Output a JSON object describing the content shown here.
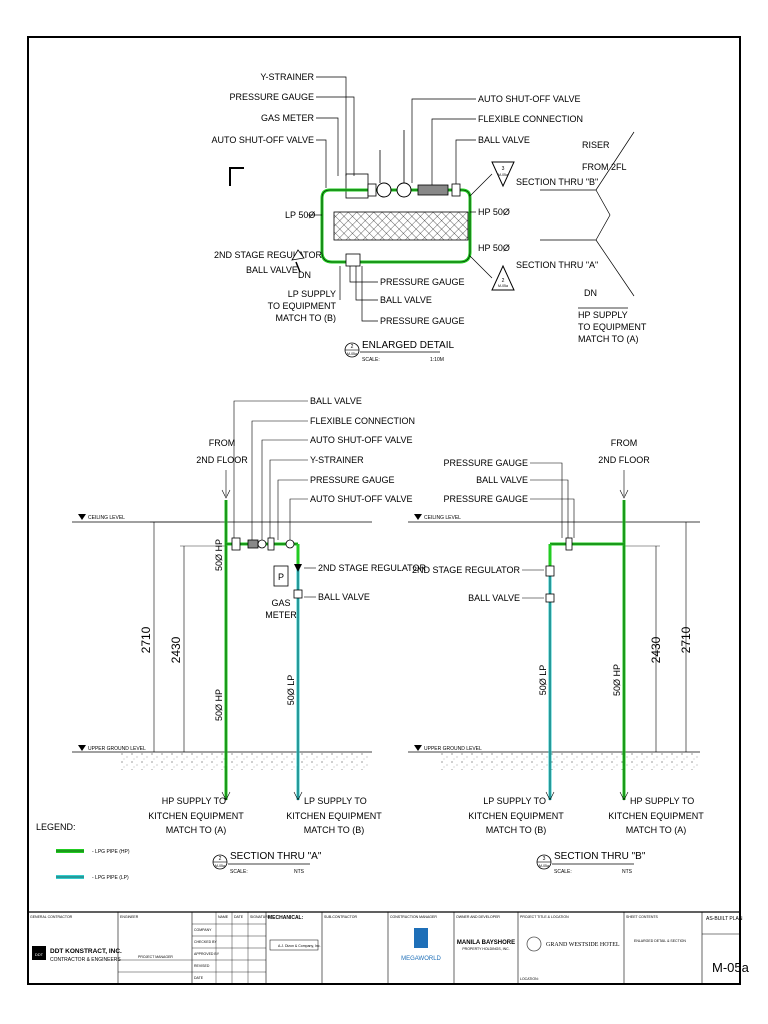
{
  "top_detail": {
    "labels_left": [
      "Y-STRAINER",
      "PRESSURE GAUGE",
      "GAS METER",
      "AUTO SHUT-OFF VALVE"
    ],
    "labels_right": [
      "AUTO SHUT-OFF VALVE",
      "FLEXIBLE CONNECTION",
      "BALL VALVE"
    ],
    "lp_size": "LP 50Ø",
    "hp_size_1": "HP 50Ø",
    "hp_size_2": "HP 50Ø",
    "regulator": "2ND STAGE REGULATOR",
    "ball_valve": "BALL VALVE",
    "dn": "DN",
    "lp_supply": [
      "LP SUPPLY",
      "TO EQUIPMENT",
      "MATCH TO (B)"
    ],
    "bottom_labels": [
      "PRESSURE GAUGE",
      "BALL VALVE",
      "PRESSURE GAUGE"
    ],
    "riser": [
      "RISER",
      "FROM 2FL"
    ],
    "section_b": "SECTION THRU \"B\"",
    "section_a": "SECTION THRU \"A\"",
    "hp_supply": [
      "DN",
      "HP SUPPLY",
      "TO EQUIPMENT",
      "MATCH TO (A)"
    ],
    "enlarged_title": "ENLARGED DETAIL",
    "scale_label": "SCALE:",
    "scale_value": "1:10M",
    "sheet_ref": "M-05a",
    "marker_num": "2",
    "marker_num_3": "3"
  },
  "section_a": {
    "labels": [
      "BALL VALVE",
      "FLEXIBLE CONNECTION",
      "AUTO SHUT-OFF VALVE",
      "Y-STRAINER",
      "PRESSURE GAUGE",
      "AUTO SHUT-OFF VALVE"
    ],
    "from": [
      "FROM",
      "2ND FLOOR"
    ],
    "ceiling": "CEILING LEVEL",
    "upper_ground": "UPPER GROUND LEVEL",
    "dim_outer": "2710",
    "dim_inner": "2430",
    "hp_upper": "50Ø HP",
    "hp_lower": "50Ø HP",
    "lp": "50Ø LP",
    "regulator": "2ND STAGE REGULATOR",
    "ball_valve": "BALL VALVE",
    "gas_meter": [
      "GAS",
      "METER"
    ],
    "meter_letter": "P",
    "hp_supply": [
      "HP SUPPLY TO",
      "KITCHEN EQUIPMENT",
      "MATCH TO (A)"
    ],
    "lp_supply": [
      "LP SUPPLY TO",
      "KITCHEN EQUIPMENT",
      "MATCH TO (B)"
    ],
    "title": "SECTION THRU \"A\"",
    "scale_label": "SCALE:",
    "scale_value": "NTS",
    "marker_num": "2",
    "sheet_ref": "M-05a"
  },
  "section_b": {
    "labels": [
      "PRESSURE GAUGE",
      "BALL VALVE",
      "PRESSURE GAUGE"
    ],
    "from": [
      "FROM",
      "2ND FLOOR"
    ],
    "ceiling": "CEILING LEVEL",
    "upper_ground": "UPPER GROUND LEVEL",
    "dim_outer": "2710",
    "dim_inner": "2430",
    "lp": "50Ø LP",
    "hp": "50Ø HP",
    "regulator": "2ND STAGE REGULATOR",
    "ball_valve": "BALL VALVE",
    "lp_supply": [
      "LP SUPPLY TO",
      "KITCHEN EQUIPMENT",
      "MATCH TO (B)"
    ],
    "hp_supply": [
      "HP SUPPLY TO",
      "KITCHEN EQUIPMENT",
      "MATCH TO (A)"
    ],
    "title": "SECTION THRU \"B\"",
    "scale_label": "SCALE:",
    "scale_value": "NTS",
    "marker_num": "3",
    "sheet_ref": "M-05a"
  },
  "legend": {
    "title": "LEGEND:",
    "hp": "- LPG PIPE (HP)",
    "lp": "- LPG PIPE (LP)"
  },
  "title_block": {
    "general_contractor": "GENERAL CONTRACTOR",
    "contractor_name": "DDT KONSTRACT, INC.",
    "contractor_sub": "CONTRACTOR & ENGINEERS",
    "contractor_logo": "DDT",
    "owner_hdr": "ENGINEER",
    "project_manager": "PROJECT MANAGER",
    "row_labels": [
      "COMPANY",
      "CHECKED BY",
      "APPROVED BY",
      "REVISED",
      "DATE"
    ],
    "col_headers": [
      "NAME",
      "DATE",
      "SIGNATURE"
    ],
    "mechanical": "MECHANICAL:",
    "mech_firm": "A.J. Dizon & Company, Inc.",
    "sub_contractor": "SUB-CONTRACTOR",
    "construction_manager": "CONSTRUCTION MANAGER",
    "megaworld": "MEGAWORLD",
    "owner_developer": "OWNER AND DEVELOPER",
    "manila_bayshore": "MANILA BAYSHORE",
    "manila_sub": "PROPERTY HOLDINGS, INC.",
    "project_title": "PROJECT TITLE & LOCATION",
    "hotel": "GRAND WESTSIDE HOTEL",
    "location": "LOCATION:",
    "sheet_contents": "SHEET CONTENTS",
    "contents": "ENLARGED DETAIL & SECTION",
    "as_built": "AS-BUILT PLAN",
    "sheet_no": "M-05a"
  },
  "colors": {
    "hp_pipe": "#22cc22",
    "lp_pipe": "#33cccc",
    "line": "#000000"
  }
}
